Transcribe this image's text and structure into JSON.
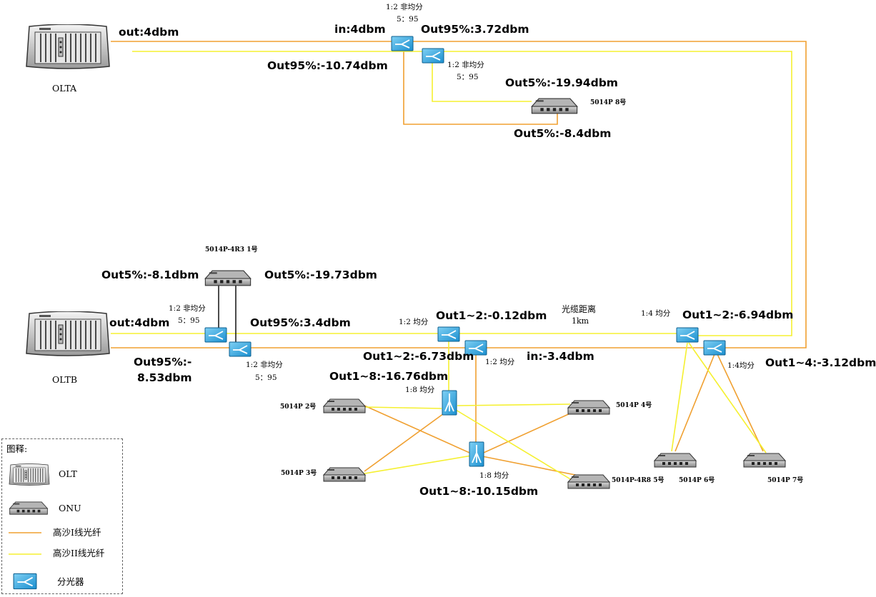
{
  "colors": {
    "line1": "#f0a030",
    "line2": "#f5f030",
    "splitter": "#2aa0d8",
    "device": "#555555"
  },
  "nodes": {
    "olta": "OLTA",
    "oltb": "OLTB",
    "onu8": "5014P 8号",
    "onu1": "5014P-4R3 1号",
    "onu2": "5014P 2号",
    "onu3": "5014P 3号",
    "onu4": "5014P 4号",
    "onu5": "5014P-4R8 5号",
    "onu6": "5014P 6号",
    "onu7": "5014P 7号"
  },
  "splitters": {
    "a1_type": "1:2 非均分",
    "a1_ratio": "5：95",
    "a2_type": "1:2 非均分",
    "a2_ratio": "5：95",
    "b1_type": "1:2 非均分",
    "b1_ratio": "5：95",
    "b2_type": "1:2 非均分",
    "b2_ratio": "5：95",
    "c1_type": "1:2 均分",
    "c2_type": "1:2 均分",
    "d1_type": "1:8 均分",
    "d2_type": "1:8 均分",
    "e1_type": "1:4 均分",
    "e2_type": "1:4均分"
  },
  "readings": {
    "olta_out": "out:4dbm",
    "a_in": "in:4dbm",
    "a_out95_top": "Out95%:3.72dbm",
    "a_out95_left": "Out95%:-10.74dbm",
    "a_out5_top": "Out5%:-19.94dbm",
    "a_out5_bottom": "Out5%:-8.4dbm",
    "oltb_out": "out:4dbm",
    "b_out5_left": "Out5%:-8.1dbm",
    "b_out5_right": "Out5%:-19.73dbm",
    "b_out95_right": "Out95%:3.4dbm",
    "b_out95_left_1": "Out95%:-",
    "b_out95_left_2": "8.53dbm",
    "c_out12_top": "Out1~2:-0.12dbm",
    "c_out12_bottom": "Out1~2:-6.73dbm",
    "c_in": "in:-3.4dbm",
    "d_out18_top": "Out1~8:-16.76dbm",
    "d_out18_bottom": "Out1~8:-10.15dbm",
    "e_out12": "Out1~2:-6.94dbm",
    "e_out14": "Out1~4:-3.12dbm",
    "cable_title": "光缆距离",
    "cable_len": "1km"
  },
  "legend": {
    "title": "图释:",
    "olt": "OLT",
    "onu": "ONU",
    "line1": "高沙I线光纤",
    "line2": "高沙II线光纤",
    "splitter": "分光器"
  }
}
